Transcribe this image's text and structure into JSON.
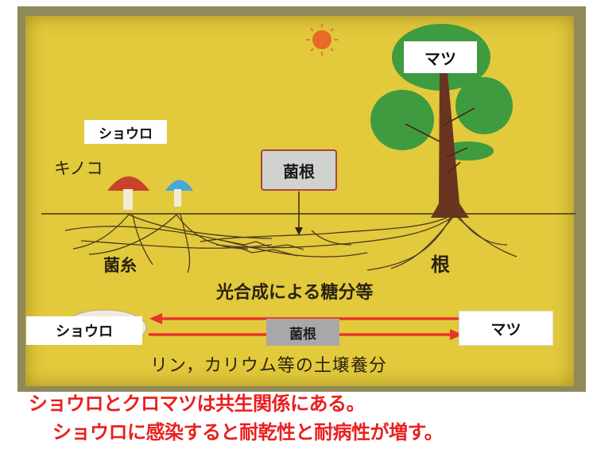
{
  "labels": {
    "shouro_top": "ショウロ",
    "matsu_top": "マツ",
    "kinoko": "キノコ",
    "kinkon": "菌根",
    "kinshi": "菌糸",
    "ne": "根",
    "kougousei": "光合成による糖分等",
    "shouro_bottom": "ショウロ",
    "matsu_bottom": "マツ",
    "kinkon_bottom": "菌根",
    "rin": "リン，カリウム等の土壌養分"
  },
  "caption": {
    "line1": "ショウロとクロマツは共生関係にある。",
    "line2": "ショウロに感染すると耐乾性と耐病性が増す。"
  },
  "colors": {
    "board": "#e3c93c",
    "caption_red": "#ea1f1f",
    "arrow_red": "#e8352a",
    "tree_green": "#3f9b3f",
    "sun": "#e86a2a"
  }
}
